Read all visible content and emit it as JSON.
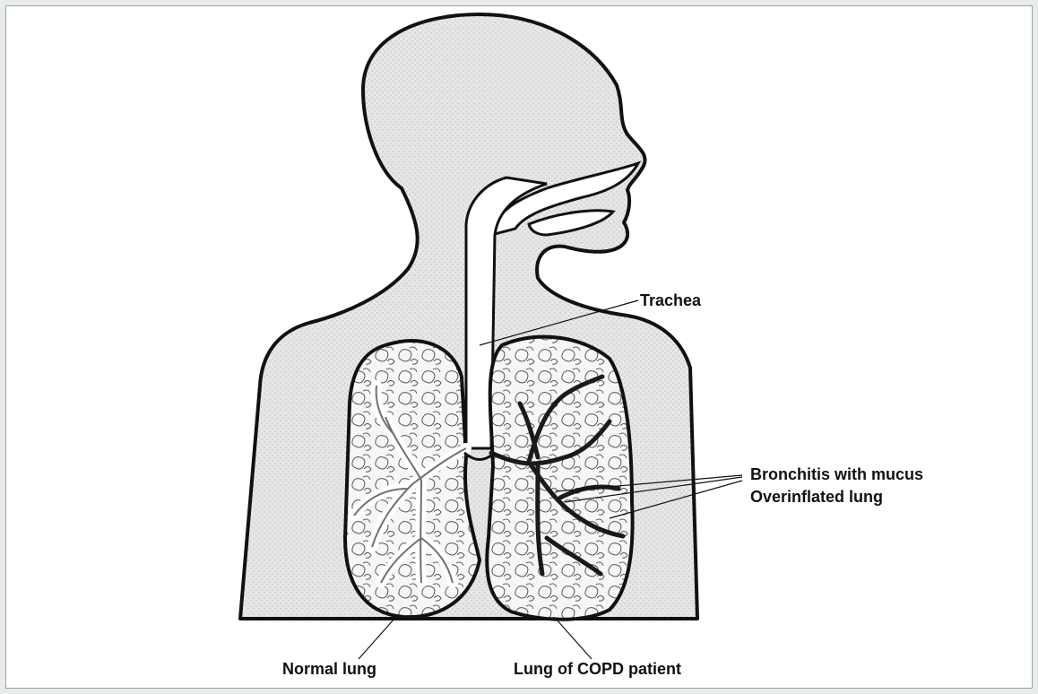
{
  "labels": {
    "trachea": "Trachea",
    "bronchitis": "Bronchitis with mucus",
    "overinflated": "Overinflated lung",
    "normal_lung": "Normal lung",
    "copd_lung": "Lung of COPD patient"
  },
  "colors": {
    "background": "#e9ede9",
    "frame": "#ffffff",
    "body_fill": "#e3e3e3",
    "outline": "#111111",
    "lung_fill": "#f3f3f3"
  }
}
